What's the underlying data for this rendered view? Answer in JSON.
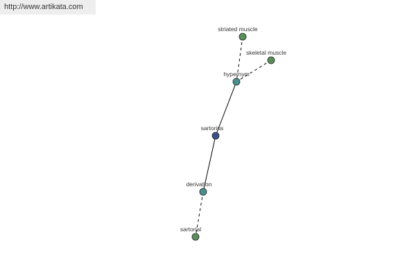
{
  "watermark": {
    "url_text": "http://www.artikata.com"
  },
  "colors": {
    "leaf": "#5a8f5a",
    "intermediate": "#4a9090",
    "center": "#3b4f8c",
    "edge": "#000000"
  },
  "nodes": [
    {
      "id": "striated_muscle",
      "label": "striated muscle",
      "kind": "leaf"
    },
    {
      "id": "skeletal_muscle",
      "label": "skeletal muscle",
      "kind": "leaf"
    },
    {
      "id": "hypernym",
      "label": "hypernym",
      "kind": "intermediate"
    },
    {
      "id": "sartorius",
      "label": "sartorius",
      "kind": "center"
    },
    {
      "id": "derivation",
      "label": "derivation",
      "kind": "intermediate"
    },
    {
      "id": "sartorial",
      "label": "sartorial",
      "kind": "leaf"
    }
  ],
  "edges": [
    {
      "from": "striated_muscle",
      "to": "hypernym",
      "style": "dashed"
    },
    {
      "from": "skeletal_muscle",
      "to": "hypernym",
      "style": "dashed"
    },
    {
      "from": "hypernym",
      "to": "sartorius",
      "style": "solid"
    },
    {
      "from": "sartorius",
      "to": "derivation",
      "style": "solid"
    },
    {
      "from": "derivation",
      "to": "sartorial",
      "style": "dashed"
    }
  ]
}
